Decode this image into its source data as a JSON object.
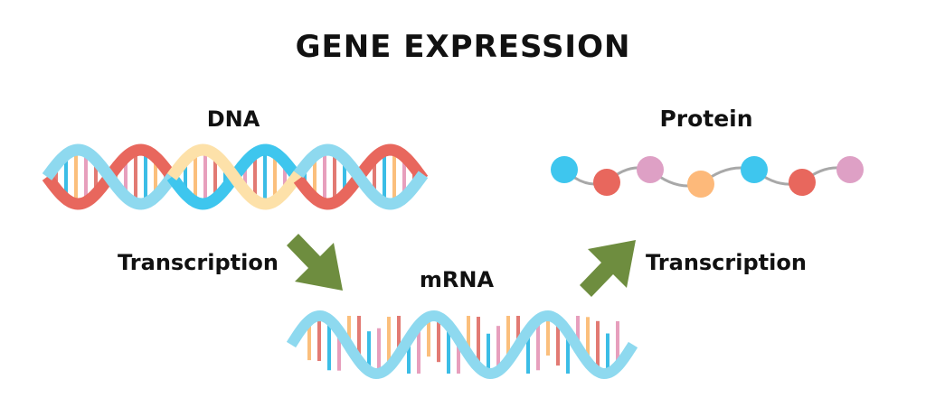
{
  "title": "GENE EXPRESSION",
  "labels": {
    "dna": "DNA",
    "protein": "Protein",
    "mrna": "mRNA",
    "step_left": "Transcription",
    "step_right": "Transcription"
  },
  "colors": {
    "text": "#111111",
    "blue": "#3ec6ee",
    "blue_light": "#8ed9ef",
    "red": "#e8675d",
    "cream": "#fde1a9",
    "orange": "#fdb97a",
    "pink": "#dea0c5",
    "rung_red": "#e27a73",
    "rung_blue": "#3bbde6",
    "rung_orange": "#fbbf7c",
    "rung_pink": "#e79fbd",
    "arrow": "#6e8d3f",
    "chain": "#a8a8a8"
  },
  "protein_beads": [
    "blue",
    "red",
    "pink",
    "orange",
    "blue",
    "red",
    "pink"
  ],
  "icons": [
    "dna-helix-icon",
    "protein-chain-icon",
    "mrna-strand-icon",
    "arrow-down-right-icon",
    "arrow-up-right-icon"
  ]
}
